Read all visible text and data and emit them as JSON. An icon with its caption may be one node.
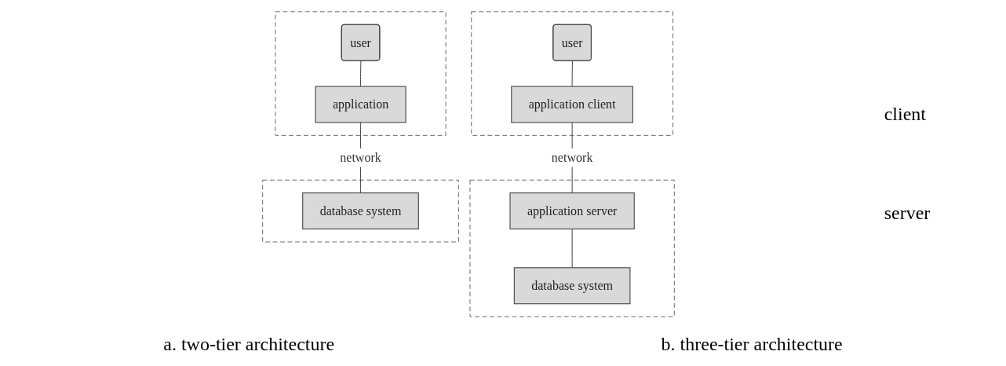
{
  "diagram": {
    "nodes": [
      {
        "text": [],
        "shape": "box"
      },
      {
        "text": [
          "user"
        ],
        "in": 0
      },
      {
        "text": [
          "application"
        ],
        "in": 0
      },
      {
        "text": [],
        "shape": "box"
      },
      {
        "text": [
          "database system"
        ],
        "in": 3
      },
      {
        "text": [],
        "shape": "box"
      },
      {
        "text": [
          "user"
        ],
        "in": 5
      },
      {
        "text": [
          "application client"
        ],
        "in": 5
      },
      {
        "text": [],
        "shape": "box"
      },
      {
        "text": [
          "application server"
        ],
        "in": 8
      },
      {
        "text": [
          "database system"
        ],
        "in": 8
      }
    ],
    "edges": [
      {
        "from": 1,
        "to": 2,
        "arrow": "none"
      },
      {
        "from": 2,
        "to": 4,
        "arrow": "none",
        "label": "network"
      },
      {
        "from": 6,
        "to": 7,
        "arrow": "none"
      },
      {
        "from": 7,
        "to": 9,
        "arrow": "none",
        "label": "network"
      },
      {
        "from": 9,
        "to": 10,
        "arrow": "none"
      }
    ],
    "labels": [
      "client",
      "server",
      "a. two-tier architecture",
      "b. three-tier architecture"
    ]
  }
}
